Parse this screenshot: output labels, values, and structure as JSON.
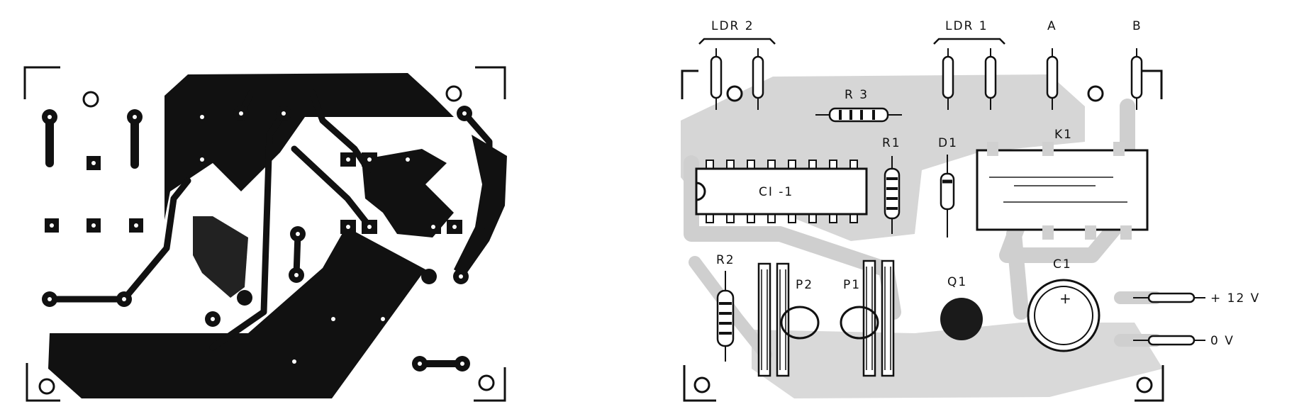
{
  "components": {
    "ldr2": "LDR 2",
    "ldr1": "LDR 1",
    "a": "A",
    "b": "B",
    "r3": "R 3",
    "r1": "R1",
    "d1": "D1",
    "k1": "K1",
    "ci1": "CI -1",
    "r2": "R2",
    "p2": "P2",
    "p1": "P1",
    "q1": "Q1",
    "c1": "C1",
    "plus": "+",
    "v12": "+ 12 V",
    "v0": "0 V"
  },
  "colors": {
    "ink": "#111111",
    "shadow_traces": "#cfcfcf"
  }
}
